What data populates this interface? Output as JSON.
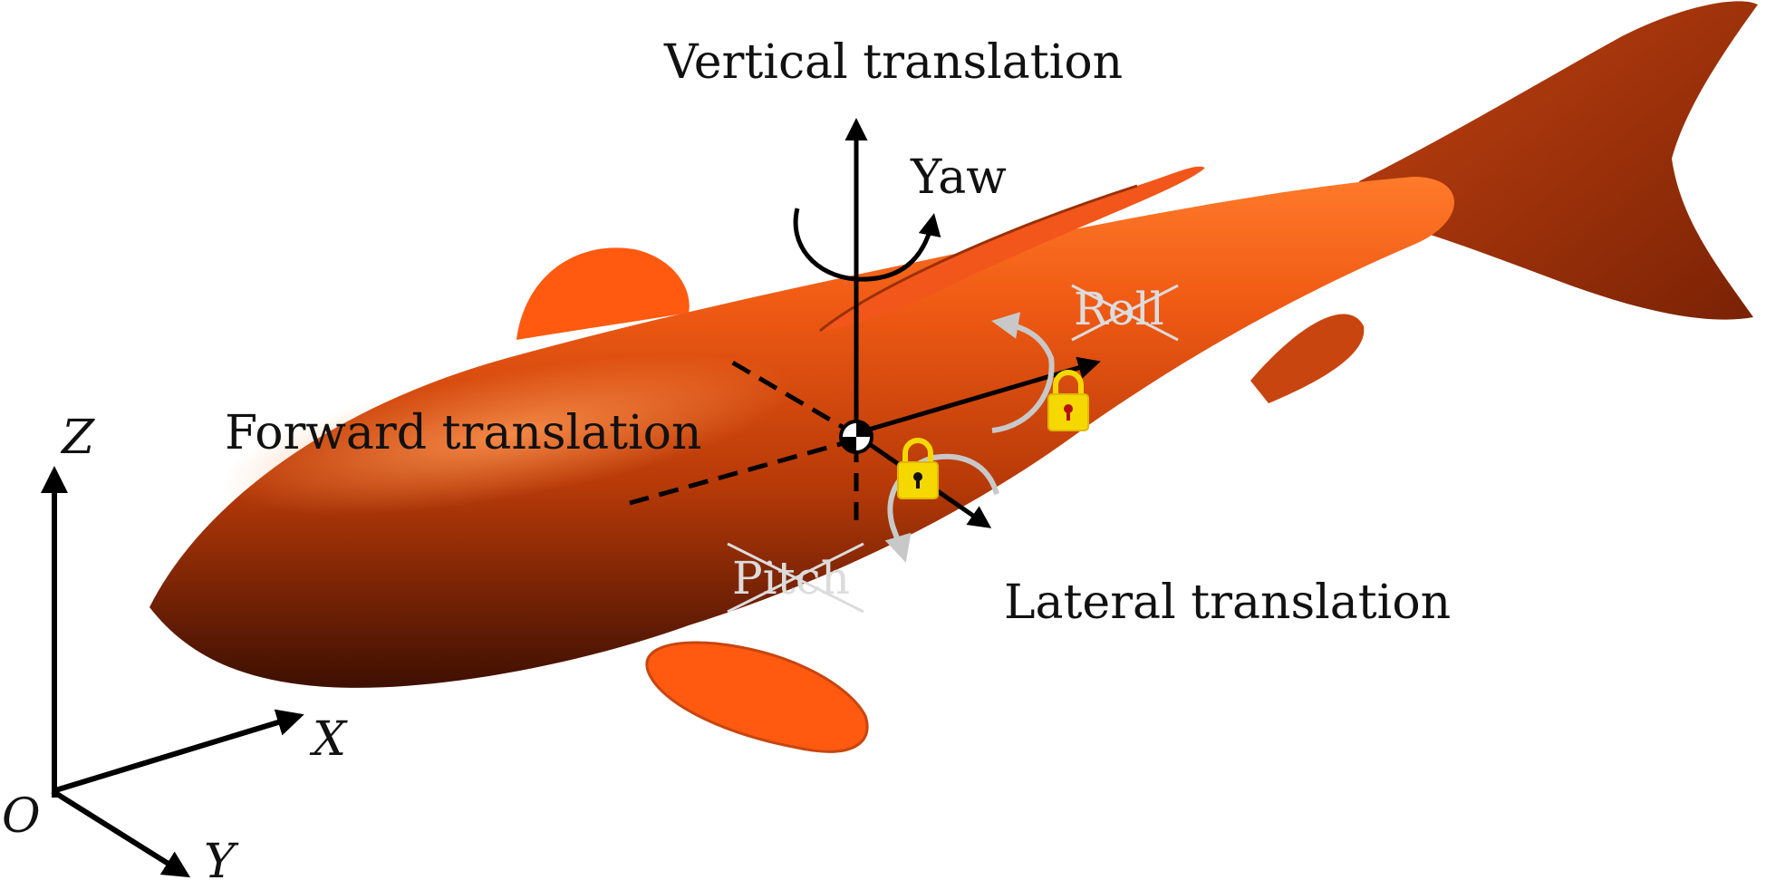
{
  "labels": {
    "vertical": "Vertical translation",
    "yaw": "Yaw",
    "roll": "Roll",
    "forward": "Forward translation",
    "pitch": "Pitch",
    "lateral": "Lateral translation"
  },
  "axes": {
    "origin": "O",
    "x": "X",
    "y": "Y",
    "z": "Z"
  },
  "locked_dofs": [
    "roll",
    "pitch"
  ],
  "icons": [
    "lock-icon",
    "lock-icon",
    "center-of-mass-icon"
  ],
  "colors": {
    "body": "#e5520f",
    "body_dark": "#4a1204",
    "fin": "#ff5a10",
    "arrow": "#000000",
    "locked_arrow": "#c8c8c8",
    "lock": "#f5d800"
  }
}
